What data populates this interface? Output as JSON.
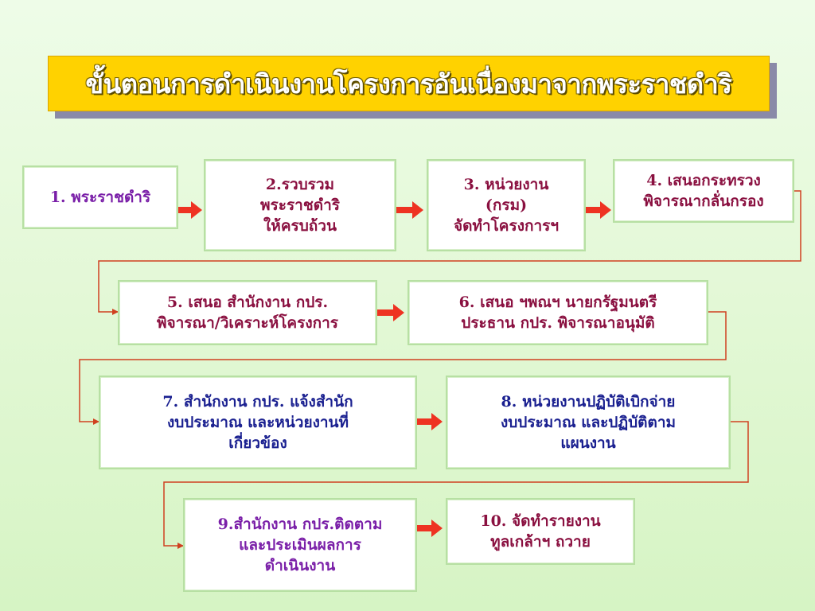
{
  "title": "ขั้นตอนการดำเนินงานโครงการอันเนื่องมาจากพระราชดำริ",
  "steps": [
    {
      "lines": [
        "1. พระราชดำริ"
      ]
    },
    {
      "lines": [
        "2.รวบรวม",
        "พระราชดำริ",
        "ให้ครบถ้วน"
      ]
    },
    {
      "lines": [
        "3. หน่วยงาน",
        "(กรม)",
        "จัดทำโครงการฯ"
      ]
    },
    {
      "lines": [
        "4. เสนอกระทรวง",
        "พิจารณากลั่นกรอง"
      ]
    },
    {
      "lines": [
        "5. เสนอ สำนักงาน กปร.",
        "พิจารณา/วิเคราะห์โครงการ"
      ]
    },
    {
      "lines": [
        "6. เสนอ ฯพณฯ นายกรัฐมนตรี",
        "ประธาน กปร. พิจารณาอนุมัติ"
      ]
    },
    {
      "lines": [
        "7. สำนักงาน กปร. แจ้งสำนัก",
        "งบประมาณ และหน่วยงานที่",
        "เกี่ยวข้อง"
      ]
    },
    {
      "lines": [
        "8. หน่วยงานปฏิบัติเบิกจ่าย",
        "งบประมาณ และปฏิบัติตาม",
        "แผนงาน"
      ]
    },
    {
      "lines": [
        "9.สำนักงาน กปร.ติดตาม",
        "และประเมินผลการ",
        "ดำเนินงาน"
      ]
    },
    {
      "lines": [
        "10. จัดทำรายงาน",
        "ทูลเกล้าฯ ถวาย"
      ]
    }
  ],
  "colors": {
    "title_bg": "#ffd200",
    "arrow": "#ee3322",
    "connector": "#d04020"
  }
}
